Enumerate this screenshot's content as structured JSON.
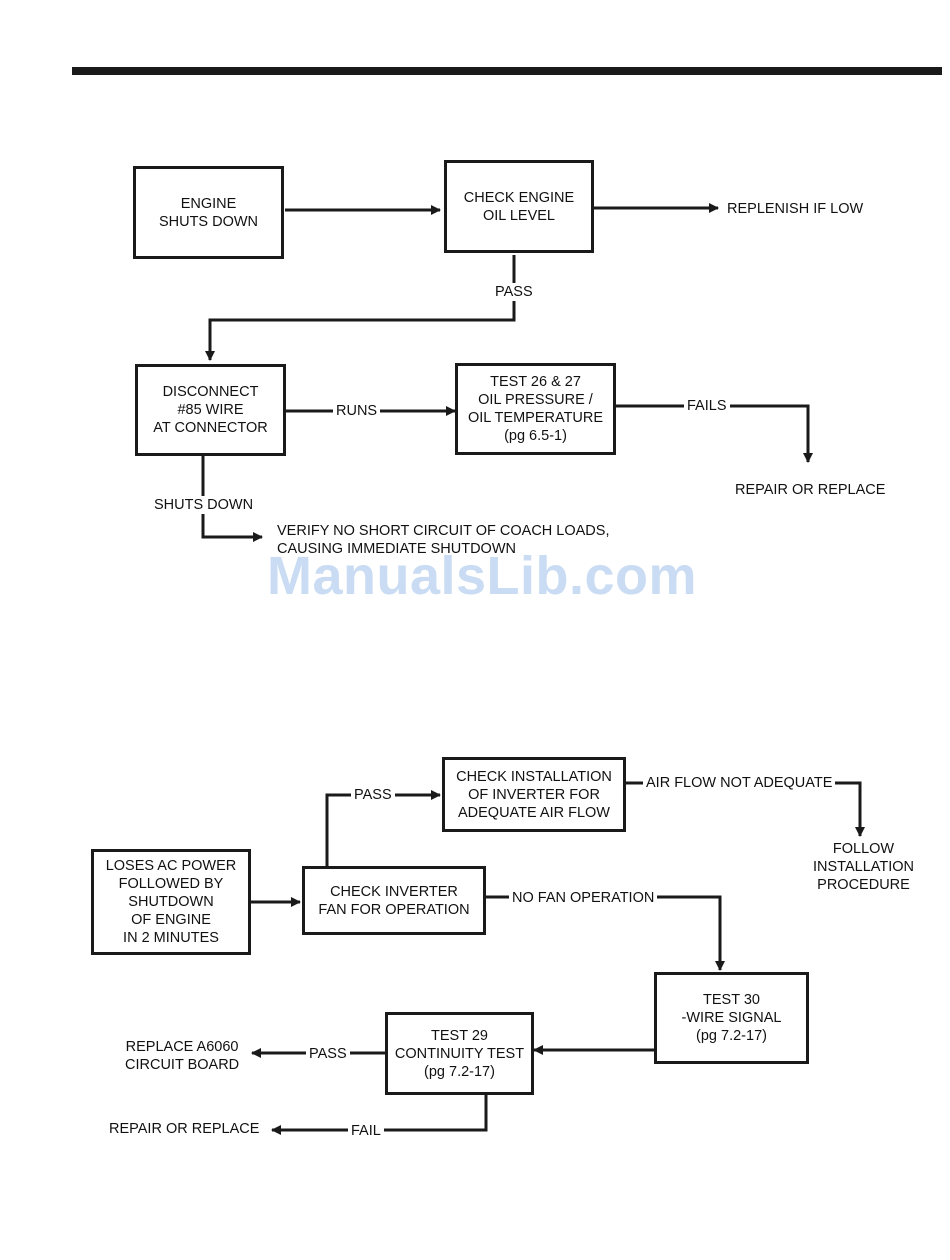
{
  "flowchart_1": {
    "engine_shuts_down": "ENGINE\nSHUTS DOWN",
    "check_oil_level": "CHECK ENGINE\nOIL LEVEL",
    "replenish": "REPLENISH IF LOW",
    "pass": "PASS",
    "disconnect_85": "DISCONNECT\n#85 WIRE\nAT CONNECTOR",
    "runs": "RUNS",
    "test_26_27": "TEST 26 & 27\nOIL PRESSURE /\nOIL TEMPERATURE\n(pg 6.5-1)",
    "fails": "FAILS",
    "repair_replace": "REPAIR OR REPLACE",
    "shuts_down": "SHUTS DOWN",
    "verify_short": "VERIFY NO SHORT CIRCUIT OF COACH LOADS,\nCAUSING IMMEDIATE SHUTDOWN"
  },
  "flowchart_2": {
    "loses_ac_power": "LOSES AC POWER\nFOLLOWED BY\nSHUTDOWN\nOF ENGINE\nIN 2 MINUTES",
    "check_inverter_fan": "CHECK INVERTER\nFAN FOR OPERATION",
    "pass_top": "PASS",
    "check_installation": "CHECK INSTALLATION\nOF INVERTER FOR\nADEQUATE AIR FLOW",
    "air_flow_not_adequate": "AIR FLOW NOT ADEQUATE",
    "follow_installation": "FOLLOW\nINSTALLATION\nPROCEDURE",
    "no_fan_operation": "NO FAN OPERATION",
    "test_30": "TEST 30\n-WIRE SIGNAL\n(pg 7.2-17)",
    "test_29": "TEST 29\nCONTINUITY TEST\n(pg 7.2-17)",
    "pass_bottom": "PASS",
    "replace_a6060": "REPLACE A6060\nCIRCUIT BOARD",
    "fail": "FAIL",
    "repair_replace": "REPAIR OR REPLACE"
  },
  "watermark": "ManualsLib.com"
}
